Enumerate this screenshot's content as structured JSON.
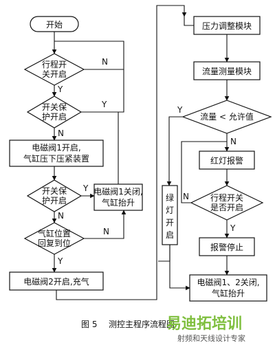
{
  "nodes": {
    "start": "开始",
    "d1_line1": "行程开",
    "d1_line2": "关开启",
    "d2_line1": "开关保",
    "d2_line2": "护开启",
    "b1_line1": "电磁阀1开启,",
    "b1_line2": "气缸压下压紧装置",
    "d3_line1": "开关保",
    "d3_line2": "护开启",
    "b2_line1": "电磁阀1关闭,",
    "b2_line2": "气缸抬升",
    "d4_line1": "气缸位置",
    "d4_line2": "回复到位",
    "b3": "电磁阀2开启,充气",
    "r1": "压力调整模块",
    "r2": "流量测量模块",
    "d5": "流量 < 允许值",
    "r3": "红灯报警",
    "d6_line1": "行程开关",
    "d6_line2": "是否开启",
    "r4": "报警停止",
    "r5_line1": "电磁阀1、2关闭,",
    "r5_line2": "气缸抬升",
    "green_1": "绿",
    "green_2": "灯",
    "green_3": "开",
    "green_4": "启"
  },
  "labels": {
    "yes": "Y",
    "no": "N"
  },
  "caption": {
    "fig": "图 5",
    "title": "测控主程序流程图"
  },
  "watermark": {
    "brand": "易迪拓培训",
    "sub": "射频和天线设计专家"
  }
}
